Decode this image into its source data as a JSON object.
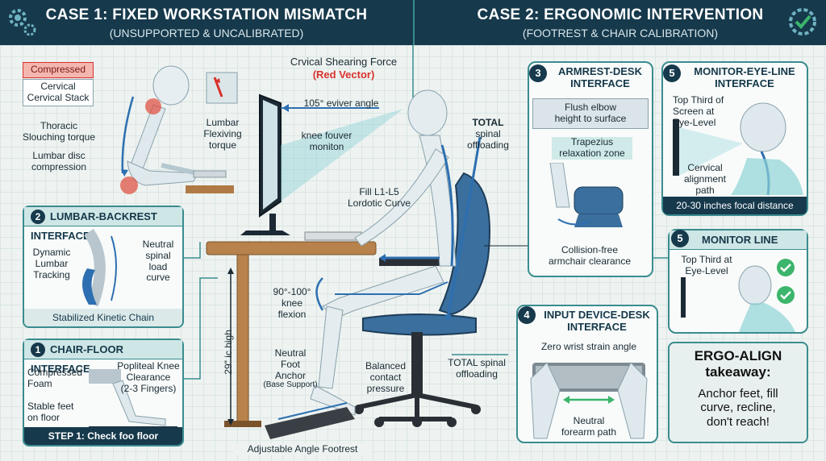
{
  "case1": {
    "title": "CASE 1: FIXED WORKSTATION MISMATCH",
    "subtitle": "(UNSUPPORTED & UNCALIBRATED)"
  },
  "case2": {
    "title": "CASE 2: ERGONOMIC INTERVENTION",
    "subtitle": "(FOOTREST & CHAIR CALIBRATION)"
  },
  "case1_labels": {
    "compressed": "Compressed",
    "cervical_stack": "Cervical\nCervical Stack",
    "thoracic": "Thoracic\nSlouching torque",
    "lumbar_disc": "Lumbar disc\ncompression",
    "lumbar_flex": "Lumbar\nFlexiving\ntorque"
  },
  "panel2": {
    "num": "2",
    "title": "LUMBAR-BACKREST INTERFACE",
    "left": "Dynamic\nLumbar\nTracking",
    "right": "Neutral\nspinal\nload\ncurve",
    "footer": "Stabilized Kinetic Chain"
  },
  "panel1": {
    "num": "1",
    "title": "CHAIR-FLOOR INTERFACE",
    "foam": "Compressed\nFoam",
    "knee": "Popliteal Knee\nClearance\n(2-3 Fingers)",
    "feet": "Stable feet\non floor",
    "footer": "STEP 1: Check foo floor"
  },
  "center": {
    "shear": "Crvical Shearing Force",
    "shear_red": "(Red Vector)",
    "eviver": "105° eviver angle",
    "knee_fouver": "knee fouver\nmoniton",
    "total_top": "TOTAL",
    "total_top2": "spinal\noffloading",
    "fill": "Fill L1-L5\nLordotic Curve",
    "knee_flex": "90°-100°\nknee\nflexion",
    "desk_height": "29\" ic high",
    "neutral_foot": "Neutral\nFoot\nAnchor",
    "base_support": "(Base Support)",
    "balanced": "Balanced\ncontact\npressure",
    "total_bottom": "TOTAL spinal\noffloading",
    "footrest": "Adjustable Angle Footrest"
  },
  "panel3": {
    "num": "3",
    "title": "ARMREST-DESK\nINTERFACE",
    "flush": "Flush elbow\nheight to surface",
    "trap": "Trapezius\nrelaxation zone",
    "collision": "Collision-free\narmchair clearance"
  },
  "panel5a": {
    "num": "5",
    "title": "MONITOR-EYE-LINE\nINTERFACE",
    "top_third": "Top Third of\nScreen at\nEye-Level",
    "cervical": "Cervical\nalignment\npath",
    "footer": "20-30 inches focal distance"
  },
  "panel5b": {
    "num": "5",
    "title": "MONITOR LINE",
    "text": "Top Third at\nEye-Level"
  },
  "panel4": {
    "num": "4",
    "title": "INPUT DEVICE-DESK\nINTERFACE",
    "wrist": "Zero wrist strain angle",
    "forearm": "Neutral\nforearm path"
  },
  "takeaway": {
    "title": "ERGO-ALIGN\ntakeaway:",
    "body": "Anchor feet, fill\ncurve, recline,\ndon't reach!"
  },
  "colors": {
    "navy": "#16394c",
    "teal": "#3a8c8f",
    "red": "#d9312b",
    "blue": "#2d6fb0"
  }
}
